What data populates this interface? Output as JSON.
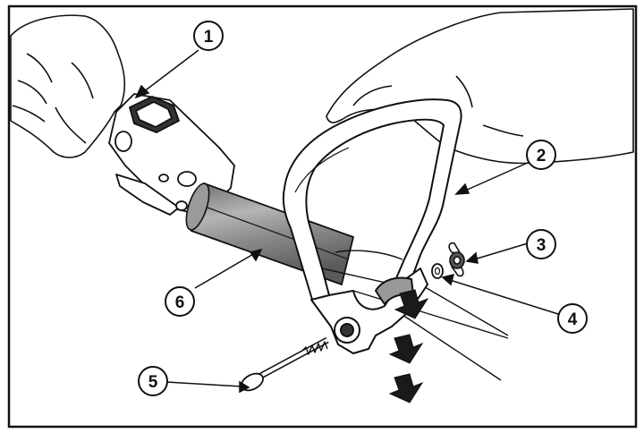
{
  "callouts": [
    {
      "id": "1",
      "label": "1"
    },
    {
      "id": "2",
      "label": "2"
    },
    {
      "id": "3",
      "label": "3"
    },
    {
      "id": "4",
      "label": "4"
    },
    {
      "id": "5",
      "label": "5"
    },
    {
      "id": "6",
      "label": "6"
    }
  ],
  "colors": {
    "stroke": "#111111",
    "tube_shade": "#8a8a8a",
    "arrow_fill": "#1a1a1a",
    "background": "#ffffff"
  }
}
